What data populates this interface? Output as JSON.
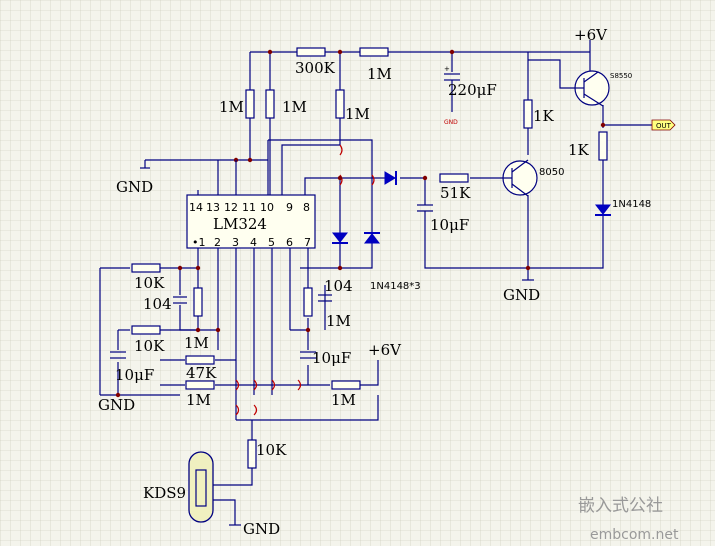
{
  "supply": {
    "vcc_top": "+6V",
    "vcc_mid": "+6V"
  },
  "gnd": {
    "left_top": "GND",
    "left_bottom": "GND",
    "center": "GND",
    "sensor": "GND",
    "cap_small": "GND"
  },
  "ic": {
    "name": "LM324",
    "pins_top": [
      "14",
      "13",
      "12",
      "11",
      "10",
      "9",
      "8"
    ],
    "pins_bottom": [
      "•1",
      "2",
      "3",
      "4",
      "5",
      "6",
      "7"
    ]
  },
  "resistors": {
    "r300k": "300K",
    "r1m_top": "1M",
    "r1m_a": "1M",
    "r1m_b": "1M",
    "r1m_c": "1M",
    "r1k_a": "1K",
    "r1k_b": "1K",
    "r51k": "51K",
    "r10k_a": "10K",
    "r10k_b": "10K",
    "r1m_d": "1M",
    "r47k": "47K",
    "r1m_e": "1M",
    "r1m_f": "1M",
    "r1m_g": "1M",
    "r10k_c": "10K"
  },
  "capacitors": {
    "c220": "220μF",
    "c10_a": "10μF",
    "c104_a": "104",
    "c104_b": "104",
    "c10_b": "10μF",
    "c10_c": "10μF"
  },
  "transistors": {
    "q1": "8050",
    "q2": "S8550"
  },
  "diodes": {
    "d_label": "1N4148",
    "d3_label": "1N4148*3"
  },
  "out_label": "OUT",
  "sensor": "KDS9",
  "watermark": {
    "line1": "嵌入式公社",
    "line2": "embcom.net"
  }
}
